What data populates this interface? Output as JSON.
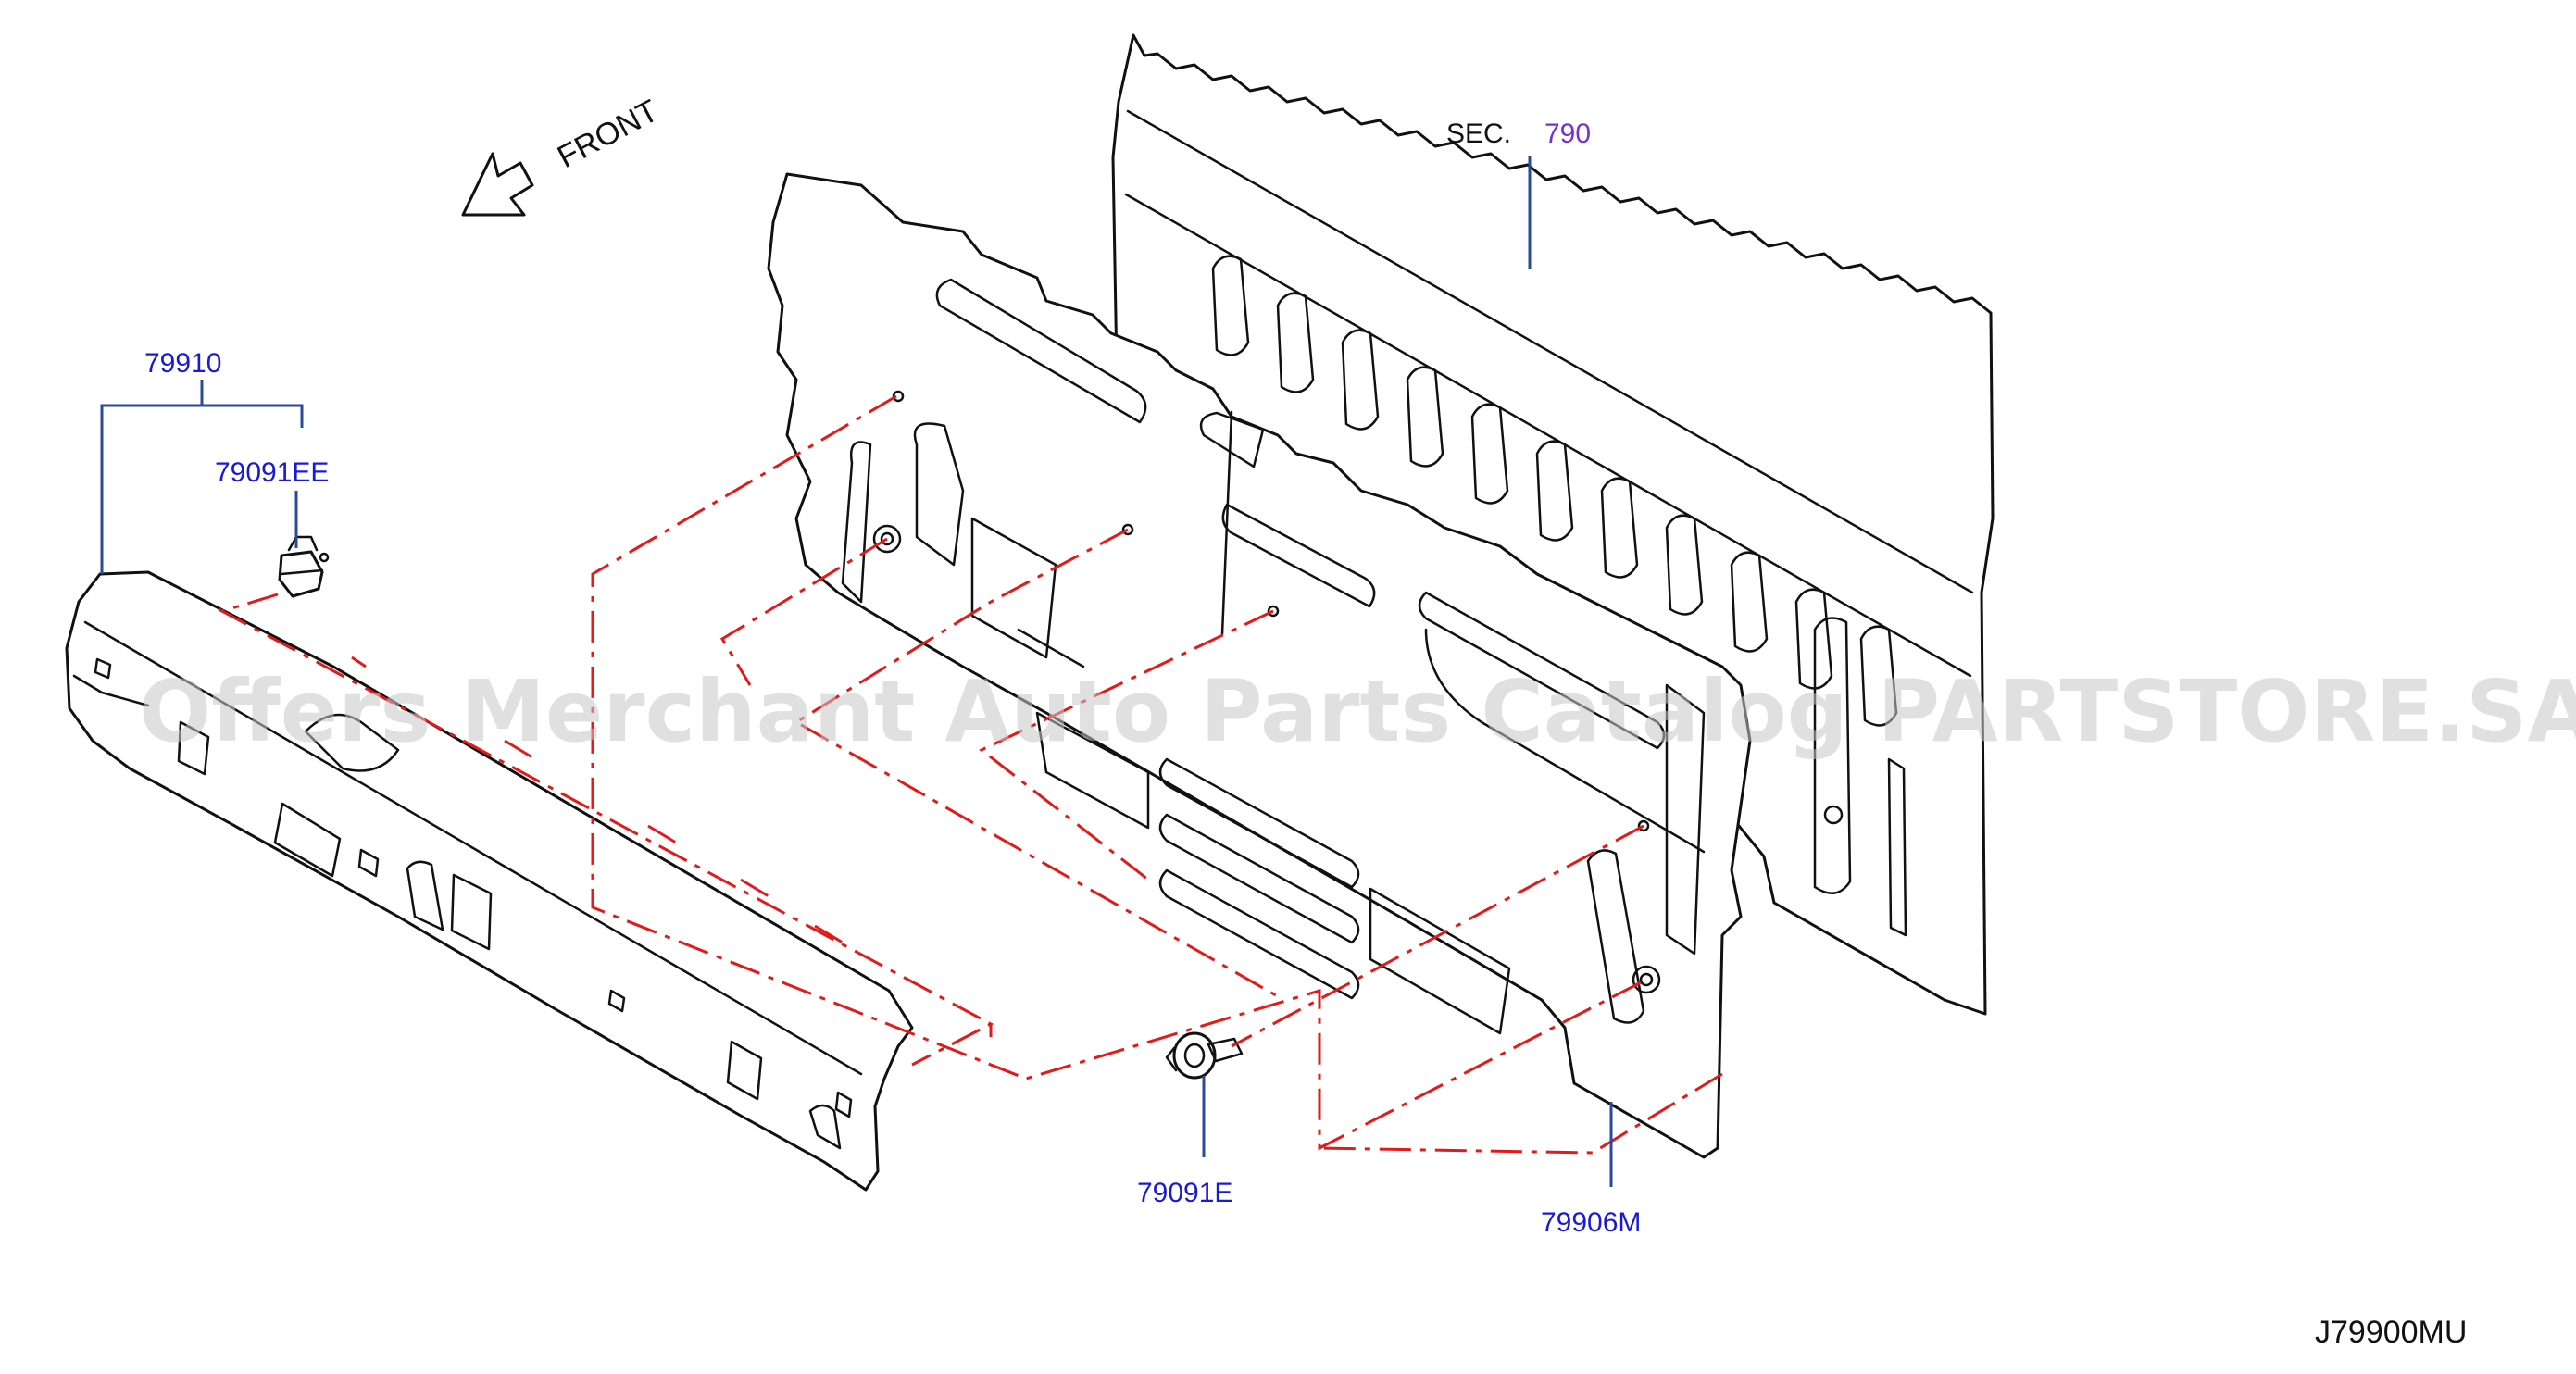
{
  "diagram": {
    "orientation_label": "FRONT",
    "section_ref": {
      "prefix": "SEC.",
      "number": "790"
    },
    "callouts": [
      {
        "id": "79910",
        "text": "79910"
      },
      {
        "id": "79091EE",
        "text": "79091EE"
      },
      {
        "id": "79091E",
        "text": "79091E"
      },
      {
        "id": "79906M",
        "text": "79906M"
      }
    ],
    "diagram_code": "J79900MU",
    "watermark": "Offers Merchant Auto Parts Catalog PARTSTORE.SA",
    "colors": {
      "callout_text": "#1a1ad6",
      "leader_line": "#2a4a9a",
      "assembly_line": "#e21a1a",
      "section_number": "#7a2fd0",
      "outline": "#111111"
    }
  }
}
